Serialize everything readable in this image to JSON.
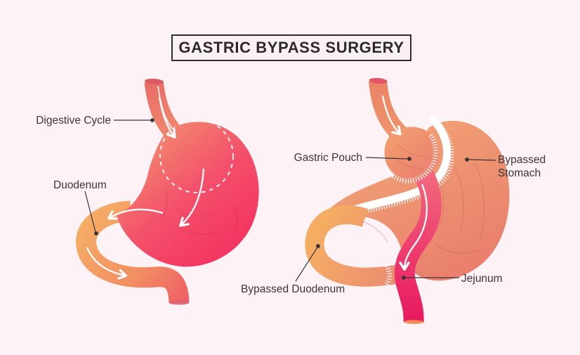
{
  "title": "GASTRIC BYPASS SURGERY",
  "labels": {
    "digestive_cycle": "Digestive Cycle",
    "duodenum": "Duodenum",
    "gastric_pouch": "Gastric Pouch",
    "bypassed_stomach": "Bypassed Stomach",
    "bypassed_duodenum": "Bypassed Duodenum",
    "jejunum": "Jejunum"
  },
  "colors": {
    "background": "#fdf2f5",
    "title_text": "#2d292b",
    "title_border": "#312c2e",
    "label_text": "#3b3537",
    "leader_line": "#3b3537",
    "stomach_pink": "#f42e5e",
    "stomach_salmon": "#f0936f",
    "bypassed_stomach_salmon": "#ec8d70",
    "duodenum_orange": "#f5ac65",
    "jejunum_magenta": "#e7175f",
    "esophagus_coral": "#ea6e68",
    "flow_arrow": "#ffffff",
    "staple_line": "#ffffff"
  }
}
